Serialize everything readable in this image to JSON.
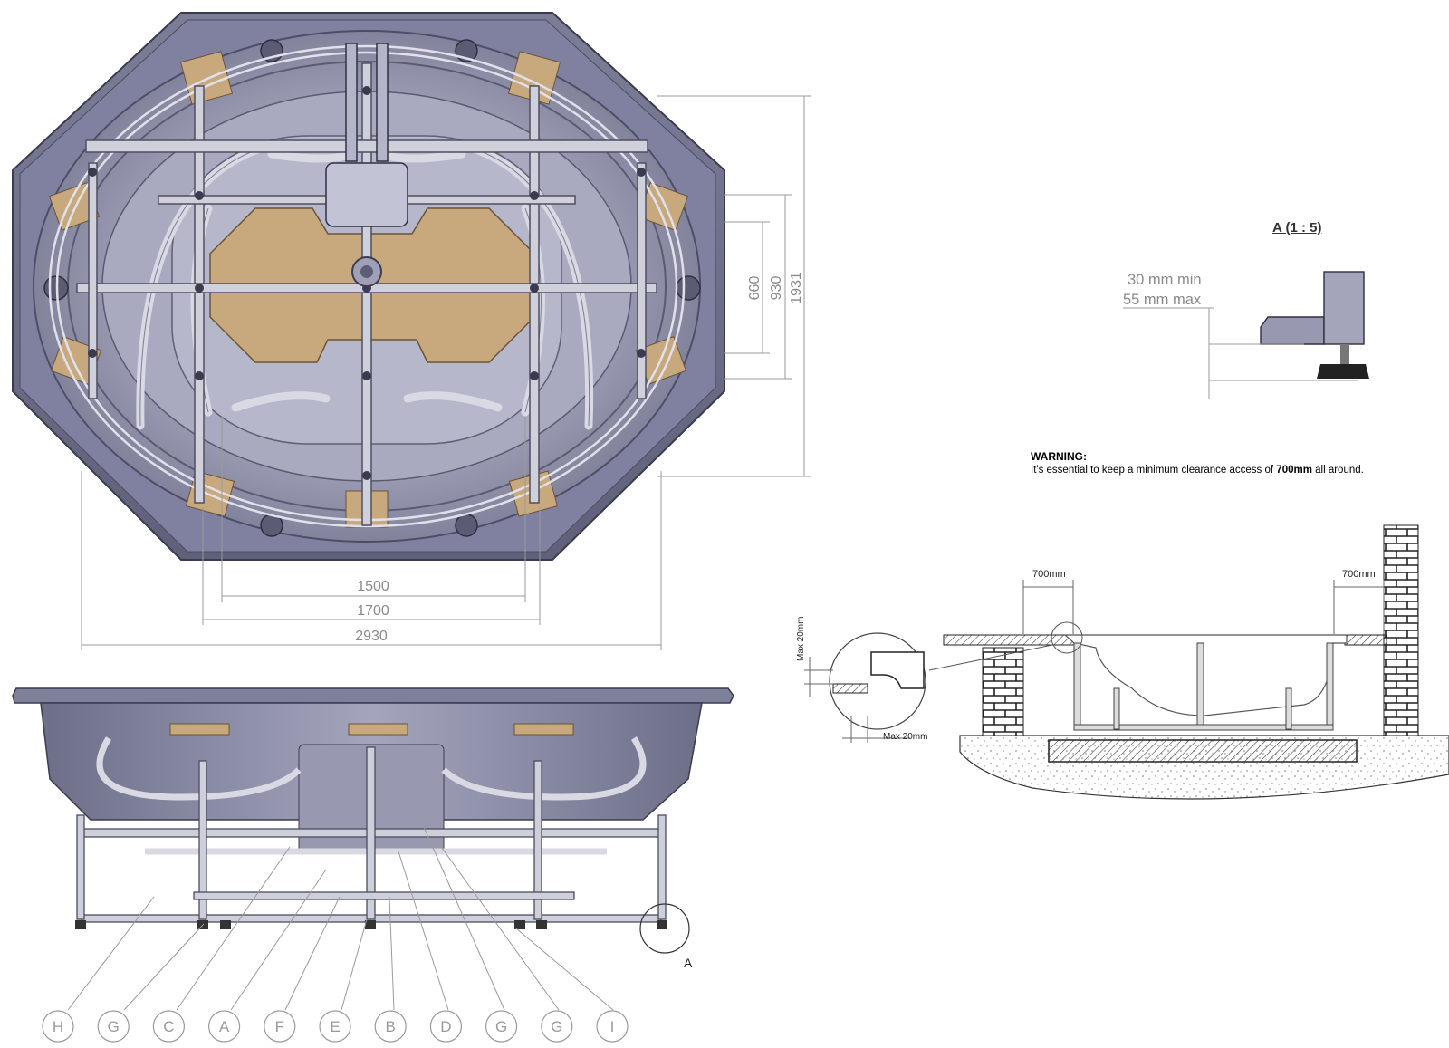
{
  "top_view": {
    "dims": {
      "inner_width": "1500",
      "mid_width": "1700",
      "overall_width": "2930",
      "inner_height": "660",
      "mid_height": "930",
      "overall_height": "1931"
    }
  },
  "side_view": {
    "detail_marker": "A",
    "callouts": [
      "H",
      "G",
      "C",
      "A",
      "F",
      "E",
      "B",
      "D",
      "G",
      "G",
      "I"
    ]
  },
  "detail_a": {
    "title": "A (1 : 5)",
    "clearance_min": "30 mm min",
    "clearance_max": "55 mm max"
  },
  "warning": {
    "title": "WARNING:",
    "text_before": "It's essential to keep a minimum clearance access of ",
    "highlight": "700mm",
    "text_after": " all around."
  },
  "install_section": {
    "left_clearance": "700mm",
    "right_clearance": "700mm",
    "vertical_max": "Max 20mm",
    "horizontal_max": "Max 20mm"
  },
  "colors": {
    "tub_body": "#8e8fa8",
    "tub_dark": "#5e5f78",
    "tub_light": "#c9cad8",
    "wood": "#c8a97e",
    "pipe": "#d5d6df",
    "dimension_line": "#9a9a9a"
  }
}
